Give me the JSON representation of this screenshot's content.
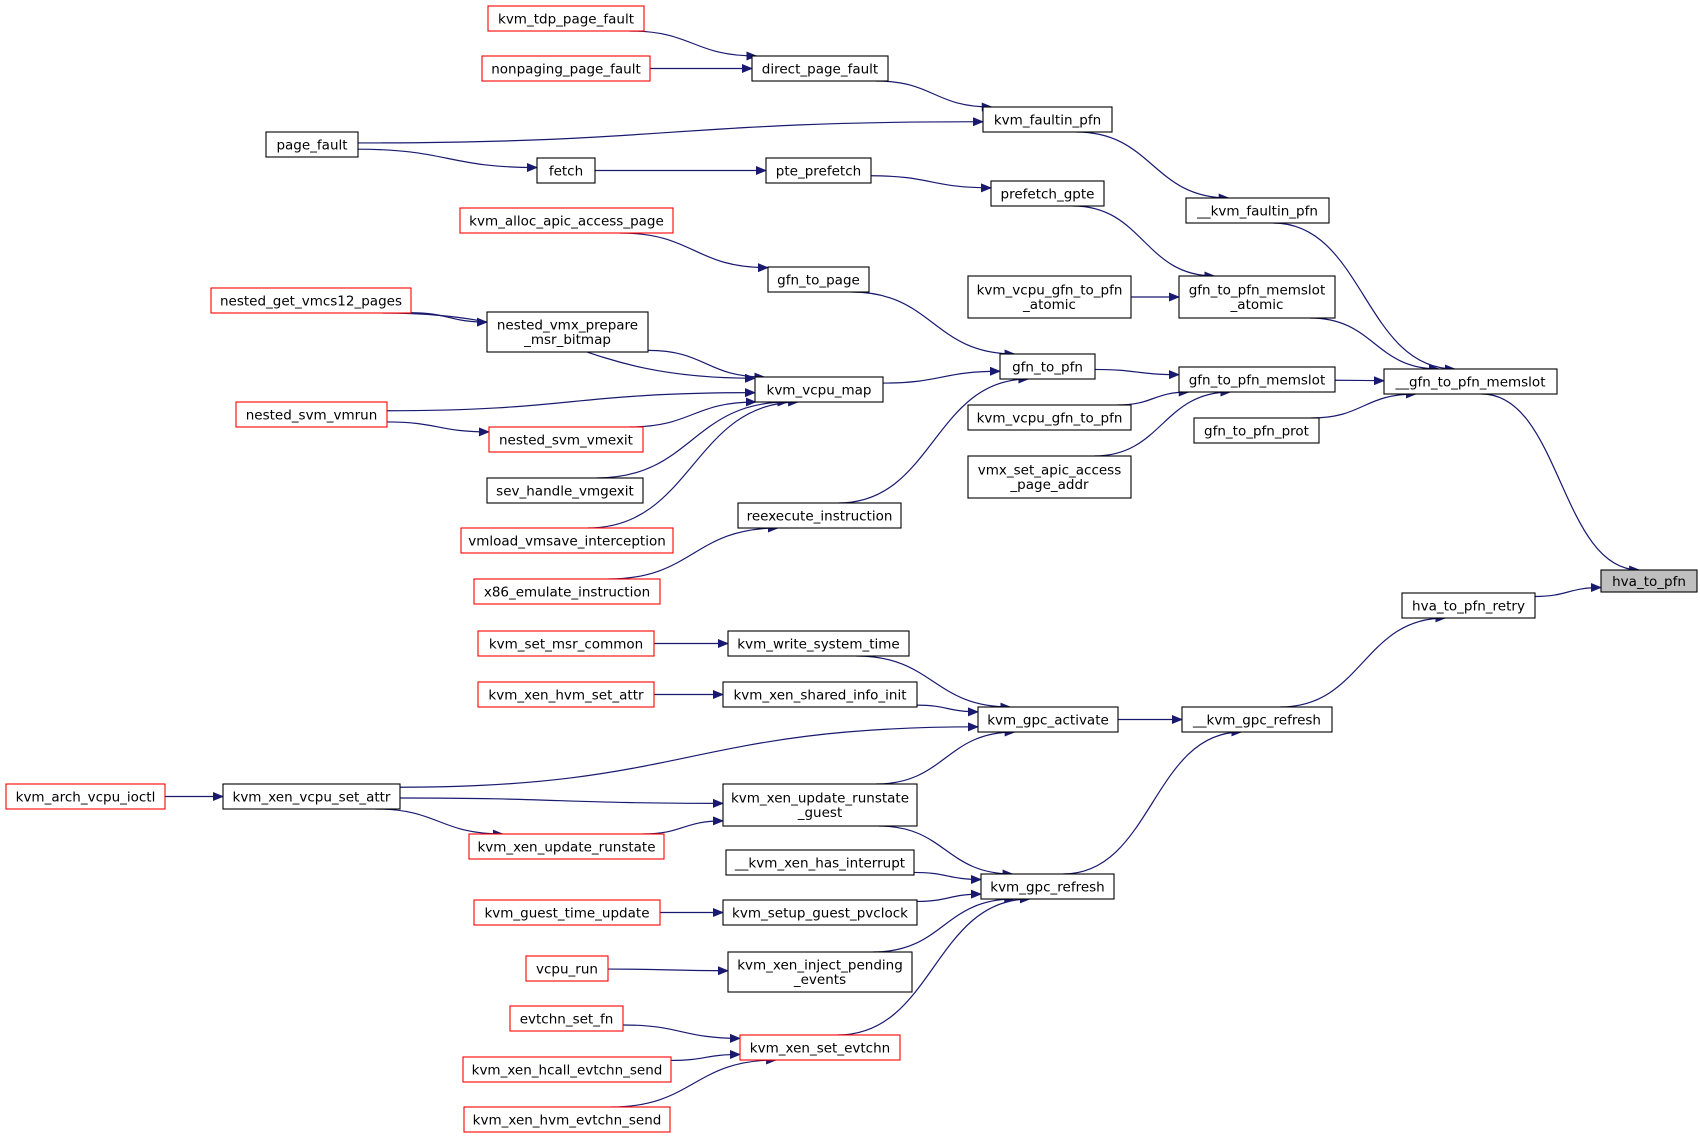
{
  "colors": {
    "edge": "#191970",
    "border_default": "#000000",
    "border_truncated": "#ff0000",
    "focus_fill": "#bfbfbf",
    "fill": "#ffffff"
  },
  "nodes": [
    {
      "id": "hva_to_pfn",
      "lines": [
        "hva_to_pfn"
      ],
      "style": "focus"
    },
    {
      "id": "__gfn_to_pfn_memslot",
      "lines": [
        "__gfn_to_pfn_memslot"
      ],
      "style": "normal"
    },
    {
      "id": "hva_to_pfn_retry",
      "lines": [
        "hva_to_pfn_retry"
      ],
      "style": "normal"
    },
    {
      "id": "__kvm_faultin_pfn",
      "lines": [
        "__kvm_faultin_pfn"
      ],
      "style": "normal"
    },
    {
      "id": "gfn_to_pfn_memslot_atomic",
      "lines": [
        "gfn_to_pfn_memslot",
        "_atomic"
      ],
      "style": "normal"
    },
    {
      "id": "gfn_to_pfn_memslot",
      "lines": [
        "gfn_to_pfn_memslot"
      ],
      "style": "normal"
    },
    {
      "id": "gfn_to_pfn_prot",
      "lines": [
        "gfn_to_pfn_prot"
      ],
      "style": "normal"
    },
    {
      "id": "__kvm_gpc_refresh",
      "lines": [
        "__kvm_gpc_refresh"
      ],
      "style": "normal"
    },
    {
      "id": "kvm_faultin_pfn",
      "lines": [
        "kvm_faultin_pfn"
      ],
      "style": "normal"
    },
    {
      "id": "prefetch_gpte",
      "lines": [
        "prefetch_gpte"
      ],
      "style": "normal"
    },
    {
      "id": "kvm_vcpu_gfn_to_pfn_atomic",
      "lines": [
        "kvm_vcpu_gfn_to_pfn",
        "_atomic"
      ],
      "style": "normal"
    },
    {
      "id": "gfn_to_pfn",
      "lines": [
        "gfn_to_pfn"
      ],
      "style": "normal"
    },
    {
      "id": "kvm_vcpu_gfn_to_pfn",
      "lines": [
        "kvm_vcpu_gfn_to_pfn"
      ],
      "style": "normal"
    },
    {
      "id": "vmx_set_apic_access_page_addr",
      "lines": [
        "vmx_set_apic_access",
        "_page_addr"
      ],
      "style": "normal"
    },
    {
      "id": "kvm_gpc_activate",
      "lines": [
        "kvm_gpc_activate"
      ],
      "style": "normal"
    },
    {
      "id": "kvm_gpc_refresh",
      "lines": [
        "kvm_gpc_refresh"
      ],
      "style": "normal"
    },
    {
      "id": "kvm_tdp_page_fault",
      "lines": [
        "kvm_tdp_page_fault"
      ],
      "style": "truncated"
    },
    {
      "id": "nonpaging_page_fault",
      "lines": [
        "nonpaging_page_fault"
      ],
      "style": "truncated"
    },
    {
      "id": "direct_page_fault",
      "lines": [
        "direct_page_fault"
      ],
      "style": "normal"
    },
    {
      "id": "page_fault",
      "lines": [
        "page_fault"
      ],
      "style": "normal"
    },
    {
      "id": "fetch",
      "lines": [
        "fetch"
      ],
      "style": "normal"
    },
    {
      "id": "pte_prefetch",
      "lines": [
        "pte_prefetch"
      ],
      "style": "normal"
    },
    {
      "id": "kvm_alloc_apic_access_page",
      "lines": [
        "kvm_alloc_apic_access_page"
      ],
      "style": "truncated"
    },
    {
      "id": "gfn_to_page",
      "lines": [
        "gfn_to_page"
      ],
      "style": "normal"
    },
    {
      "id": "nested_get_vmcs12_pages",
      "lines": [
        "nested_get_vmcs12_pages"
      ],
      "style": "truncated"
    },
    {
      "id": "nested_vmx_prepare_msr_bitmap",
      "lines": [
        "nested_vmx_prepare",
        "_msr_bitmap"
      ],
      "style": "normal"
    },
    {
      "id": "kvm_vcpu_map",
      "lines": [
        "kvm_vcpu_map"
      ],
      "style": "normal"
    },
    {
      "id": "nested_svm_vmrun",
      "lines": [
        "nested_svm_vmrun"
      ],
      "style": "truncated"
    },
    {
      "id": "nested_svm_vmexit",
      "lines": [
        "nested_svm_vmexit"
      ],
      "style": "truncated"
    },
    {
      "id": "sev_handle_vmgexit",
      "lines": [
        "sev_handle_vmgexit"
      ],
      "style": "normal"
    },
    {
      "id": "vmload_vmsave_interception",
      "lines": [
        "vmload_vmsave_interception"
      ],
      "style": "truncated"
    },
    {
      "id": "reexecute_instruction",
      "lines": [
        "reexecute_instruction"
      ],
      "style": "normal"
    },
    {
      "id": "x86_emulate_instruction",
      "lines": [
        "x86_emulate_instruction"
      ],
      "style": "truncated"
    },
    {
      "id": "kvm_set_msr_common",
      "lines": [
        "kvm_set_msr_common"
      ],
      "style": "truncated"
    },
    {
      "id": "kvm_write_system_time",
      "lines": [
        "kvm_write_system_time"
      ],
      "style": "normal"
    },
    {
      "id": "kvm_xen_hvm_set_attr",
      "lines": [
        "kvm_xen_hvm_set_attr"
      ],
      "style": "truncated"
    },
    {
      "id": "kvm_xen_shared_info_init",
      "lines": [
        "kvm_xen_shared_info_init"
      ],
      "style": "normal"
    },
    {
      "id": "kvm_arch_vcpu_ioctl",
      "lines": [
        "kvm_arch_vcpu_ioctl"
      ],
      "style": "truncated"
    },
    {
      "id": "kvm_xen_vcpu_set_attr",
      "lines": [
        "kvm_xen_vcpu_set_attr"
      ],
      "style": "normal"
    },
    {
      "id": "kvm_xen_update_runstate_guest",
      "lines": [
        "kvm_xen_update_runstate",
        "_guest"
      ],
      "style": "normal"
    },
    {
      "id": "kvm_xen_update_runstate",
      "lines": [
        "kvm_xen_update_runstate"
      ],
      "style": "truncated"
    },
    {
      "id": "__kvm_xen_has_interrupt",
      "lines": [
        "__kvm_xen_has_interrupt"
      ],
      "style": "normal"
    },
    {
      "id": "kvm_guest_time_update",
      "lines": [
        "kvm_guest_time_update"
      ],
      "style": "truncated"
    },
    {
      "id": "kvm_setup_guest_pvclock",
      "lines": [
        "kvm_setup_guest_pvclock"
      ],
      "style": "normal"
    },
    {
      "id": "vcpu_run",
      "lines": [
        "vcpu_run"
      ],
      "style": "truncated"
    },
    {
      "id": "kvm_xen_inject_pending_events",
      "lines": [
        "kvm_xen_inject_pending",
        "_events"
      ],
      "style": "normal"
    },
    {
      "id": "evtchn_set_fn",
      "lines": [
        "evtchn_set_fn"
      ],
      "style": "truncated"
    },
    {
      "id": "kvm_xen_set_evtchn",
      "lines": [
        "kvm_xen_set_evtchn"
      ],
      "style": "truncated"
    },
    {
      "id": "kvm_xen_hcall_evtchn_send",
      "lines": [
        "kvm_xen_hcall_evtchn_send"
      ],
      "style": "truncated"
    },
    {
      "id": "kvm_xen_hvm_evtchn_send",
      "lines": [
        "kvm_xen_hvm_evtchn_send"
      ],
      "style": "truncated"
    }
  ],
  "edges": [
    {
      "from": "__gfn_to_pfn_memslot",
      "to": "hva_to_pfn"
    },
    {
      "from": "hva_to_pfn_retry",
      "to": "hva_to_pfn"
    },
    {
      "from": "__kvm_faultin_pfn",
      "to": "__gfn_to_pfn_memslot"
    },
    {
      "from": "gfn_to_pfn_memslot_atomic",
      "to": "__gfn_to_pfn_memslot"
    },
    {
      "from": "gfn_to_pfn_memslot",
      "to": "__gfn_to_pfn_memslot"
    },
    {
      "from": "gfn_to_pfn_prot",
      "to": "__gfn_to_pfn_memslot"
    },
    {
      "from": "__kvm_gpc_refresh",
      "to": "hva_to_pfn_retry"
    },
    {
      "from": "kvm_faultin_pfn",
      "to": "__kvm_faultin_pfn"
    },
    {
      "from": "prefetch_gpte",
      "to": "gfn_to_pfn_memslot_atomic"
    },
    {
      "from": "kvm_vcpu_gfn_to_pfn_atomic",
      "to": "gfn_to_pfn_memslot_atomic"
    },
    {
      "from": "gfn_to_pfn",
      "to": "gfn_to_pfn_memslot"
    },
    {
      "from": "kvm_vcpu_gfn_to_pfn",
      "to": "gfn_to_pfn_memslot"
    },
    {
      "from": "vmx_set_apic_access_page_addr",
      "to": "gfn_to_pfn_memslot"
    },
    {
      "from": "kvm_gpc_activate",
      "to": "__kvm_gpc_refresh"
    },
    {
      "from": "kvm_gpc_refresh",
      "to": "__kvm_gpc_refresh"
    },
    {
      "from": "kvm_tdp_page_fault",
      "to": "direct_page_fault"
    },
    {
      "from": "nonpaging_page_fault",
      "to": "direct_page_fault"
    },
    {
      "from": "direct_page_fault",
      "to": "kvm_faultin_pfn"
    },
    {
      "from": "page_fault",
      "to": "kvm_faultin_pfn"
    },
    {
      "from": "page_fault",
      "to": "fetch"
    },
    {
      "from": "fetch",
      "to": "pte_prefetch"
    },
    {
      "from": "pte_prefetch",
      "to": "prefetch_gpte"
    },
    {
      "from": "kvm_alloc_apic_access_page",
      "to": "gfn_to_page"
    },
    {
      "from": "gfn_to_page",
      "to": "gfn_to_pfn"
    },
    {
      "from": "kvm_vcpu_map",
      "to": "gfn_to_pfn"
    },
    {
      "from": "reexecute_instruction",
      "to": "gfn_to_pfn"
    },
    {
      "from": "nested_get_vmcs12_pages",
      "to": "kvm_vcpu_map"
    },
    {
      "from": "nested_get_vmcs12_pages",
      "to": "nested_vmx_prepare_msr_bitmap"
    },
    {
      "from": "nested_vmx_prepare_msr_bitmap",
      "to": "kvm_vcpu_map"
    },
    {
      "from": "nested_svm_vmrun",
      "to": "kvm_vcpu_map"
    },
    {
      "from": "nested_svm_vmrun",
      "to": "nested_svm_vmexit"
    },
    {
      "from": "nested_svm_vmexit",
      "to": "kvm_vcpu_map"
    },
    {
      "from": "sev_handle_vmgexit",
      "to": "kvm_vcpu_map"
    },
    {
      "from": "vmload_vmsave_interception",
      "to": "kvm_vcpu_map"
    },
    {
      "from": "x86_emulate_instruction",
      "to": "reexecute_instruction"
    },
    {
      "from": "kvm_set_msr_common",
      "to": "kvm_write_system_time"
    },
    {
      "from": "kvm_write_system_time",
      "to": "kvm_gpc_activate"
    },
    {
      "from": "kvm_xen_hvm_set_attr",
      "to": "kvm_xen_shared_info_init"
    },
    {
      "from": "kvm_xen_shared_info_init",
      "to": "kvm_gpc_activate"
    },
    {
      "from": "kvm_xen_vcpu_set_attr",
      "to": "kvm_gpc_activate"
    },
    {
      "from": "kvm_xen_update_runstate_guest",
      "to": "kvm_gpc_activate"
    },
    {
      "from": "kvm_arch_vcpu_ioctl",
      "to": "kvm_xen_vcpu_set_attr"
    },
    {
      "from": "kvm_xen_vcpu_set_attr",
      "to": "kvm_xen_update_runstate_guest"
    },
    {
      "from": "kvm_xen_vcpu_set_attr",
      "to": "kvm_xen_update_runstate"
    },
    {
      "from": "kvm_xen_update_runstate",
      "to": "kvm_xen_update_runstate_guest"
    },
    {
      "from": "kvm_xen_update_runstate_guest",
      "to": "kvm_gpc_refresh"
    },
    {
      "from": "__kvm_xen_has_interrupt",
      "to": "kvm_gpc_refresh"
    },
    {
      "from": "kvm_setup_guest_pvclock",
      "to": "kvm_gpc_refresh"
    },
    {
      "from": "kvm_xen_inject_pending_events",
      "to": "kvm_gpc_refresh"
    },
    {
      "from": "kvm_xen_set_evtchn",
      "to": "kvm_gpc_refresh"
    },
    {
      "from": "kvm_guest_time_update",
      "to": "kvm_setup_guest_pvclock"
    },
    {
      "from": "vcpu_run",
      "to": "kvm_xen_inject_pending_events"
    },
    {
      "from": "evtchn_set_fn",
      "to": "kvm_xen_set_evtchn"
    },
    {
      "from": "kvm_xen_hcall_evtchn_send",
      "to": "kvm_xen_set_evtchn"
    },
    {
      "from": "kvm_xen_hvm_evtchn_send",
      "to": "kvm_xen_set_evtchn"
    }
  ]
}
